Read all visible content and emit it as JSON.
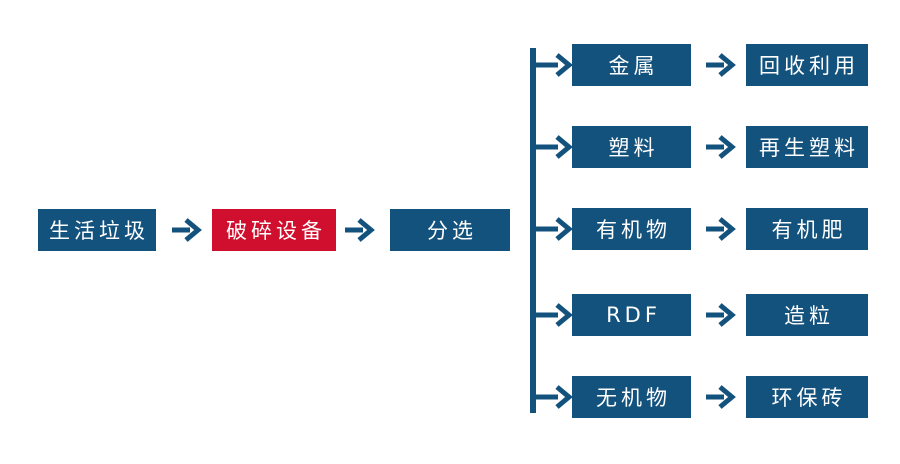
{
  "colors": {
    "box_blue": "#14527E",
    "box_red": "#D00F2E",
    "connector": "#14527E",
    "label_text": "#FFFFFF",
    "page_bg": "#FFFFFF"
  },
  "main_flow": {
    "source_label": "生活垃圾",
    "process_label": "破碎设备",
    "sorting_label": "分选"
  },
  "branches": [
    {
      "material": "金属",
      "outcome": "回收利用"
    },
    {
      "material": "塑料",
      "outcome": "再生塑料"
    },
    {
      "material": "有机物",
      "outcome": "有机肥"
    },
    {
      "material": "RDF",
      "outcome": "造粒"
    },
    {
      "material": "无机物",
      "outcome": "环保砖"
    }
  ]
}
